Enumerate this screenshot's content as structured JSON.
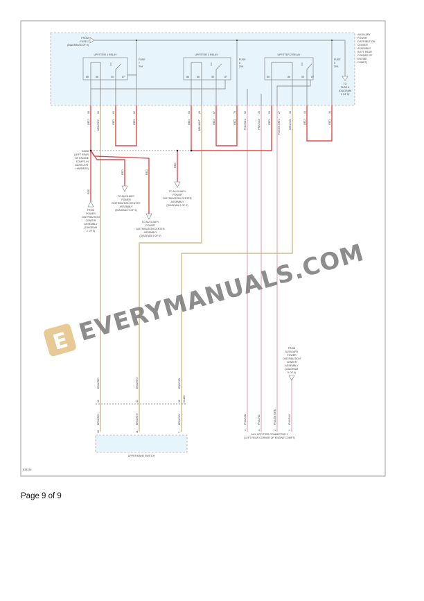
{
  "diagram": {
    "figure_id": "B38335",
    "source_top": [
      "FROM",
      "FUSE 1",
      "(DIAGRAM 6 OF 9)"
    ],
    "assembly_label": [
      "AUXILIARY",
      "POWER",
      "DISTRIBUTION",
      "CENTER",
      "ASSEMBLY",
      "(LEFT REAR",
      "CORNER OF",
      "ENGINE",
      "COMPT)"
    ],
    "relays": [
      {
        "name": "UPFITTER 4 RELAY",
        "pins": [
          "85",
          "86",
          "30",
          "87"
        ]
      },
      {
        "name": "UPFITTER 3 RELAY",
        "pins": [
          "85",
          "86",
          "30",
          "87"
        ]
      },
      {
        "name": "UPFITTER 2 RELAY",
        "pins": [
          "85",
          "86",
          "30",
          "87"
        ]
      }
    ],
    "fuses": [
      {
        "label": "FUSE",
        "number": "7",
        "rating": "20A"
      },
      {
        "label": "FUSE",
        "number": "8",
        "rating": "20A"
      },
      {
        "label": "FUSE",
        "number": "5",
        "rating": "20A"
      }
    ],
    "to_fuse": [
      "TO",
      "FUSE 6",
      "(DIAGRAM",
      "9 OF 9)"
    ],
    "wires_top": [
      {
        "pin": "58",
        "color": "RED"
      },
      {
        "pin": "60",
        "color": "BRN/GRY"
      },
      {
        "pin": "61",
        "color": "RED"
      },
      {
        "pin": "62",
        "color": "RED"
      },
      {
        "pin": "63",
        "color": "RED"
      },
      {
        "pin": "28",
        "color": "BRN/WHT"
      },
      {
        "pin": "67",
        "color": "RED"
      },
      {
        "pin": "70",
        "color": "RED"
      },
      {
        "pin": "52",
        "color": "PNK/TAN"
      },
      {
        "pin": "25",
        "color": "PNK/VIO"
      },
      {
        "pin": "53",
        "color": "RED"
      },
      {
        "pin": "27",
        "color": "PNK/DK GRN"
      },
      {
        "pin": "30",
        "color": "BRN/VIO"
      },
      {
        "pin": "43",
        "color": "RED"
      },
      {
        "pin": "36",
        "color": "RED"
      }
    ],
    "splice": [
      "S4958",
      "(LEFT REAR",
      "OF ENGINE",
      "COMPT, IN",
      "DASH LEFT",
      "HARNESS)"
    ],
    "from_pdc": [
      "FROM",
      "POWER",
      "DISTRIBUTION",
      "CENTER",
      "ASSEMBLY",
      "(DIAGRAM",
      "2 OF 9)"
    ],
    "to_apdc_1": [
      "TO AUXILIARY",
      "POWER",
      "DISTRIBUTION CENTER",
      "ASSEMBLY",
      "(DIAGRAM 9 OF 9)"
    ],
    "to_apdc_2": [
      "TO AUXILIARY",
      "POWER",
      "DISTRIBUTION CENTER",
      "ASSEMBLY",
      "(DIAGRAM 9 OF 9)"
    ],
    "to_apdc_3": [
      "TO AUXILIARY",
      "POWER",
      "DISTRIBUTION CENTER",
      "ASSEMBLY",
      "(DIAGRAM 9 OF 9)"
    ],
    "branch_wire_color": "RED",
    "from_apdc": [
      "FROM",
      "AUXILIARY",
      "POWER",
      "DISTRIBUTION",
      "CENTER",
      "ASSEMBLY",
      "(DIAGRAM",
      "9 OF 9)"
    ],
    "inline_connector": {
      "pins": [
        "40",
        "34",
        "38"
      ],
      "upper_colors": [
        "BRN/GRY",
        "BRN/WHT",
        "BRN/VIO"
      ],
      "lower_colors": [
        "BRN/GRY",
        "BRN/WHT",
        "BRN/VIO"
      ],
      "tag": "C1125"
    },
    "upper_bank_switch": {
      "label": "UPPER BANK SWITCH",
      "pins": [
        "10",
        "11",
        "7"
      ]
    },
    "aux_connector": {
      "label": [
        "AUX UPFITTER CONNECTOR 1",
        "(LEFT REAR CORNER OF ENGINE COMPT)"
      ],
      "pins": [
        "4",
        "3",
        "2",
        "1"
      ],
      "colors": [
        "PNK/TAN",
        "PNK/VIO",
        "PNK/DK GRN",
        "PNK/BLU"
      ]
    },
    "watermark": "EVERYMANUALS.COM"
  },
  "footer": {
    "page": "Page 9 of 9"
  }
}
